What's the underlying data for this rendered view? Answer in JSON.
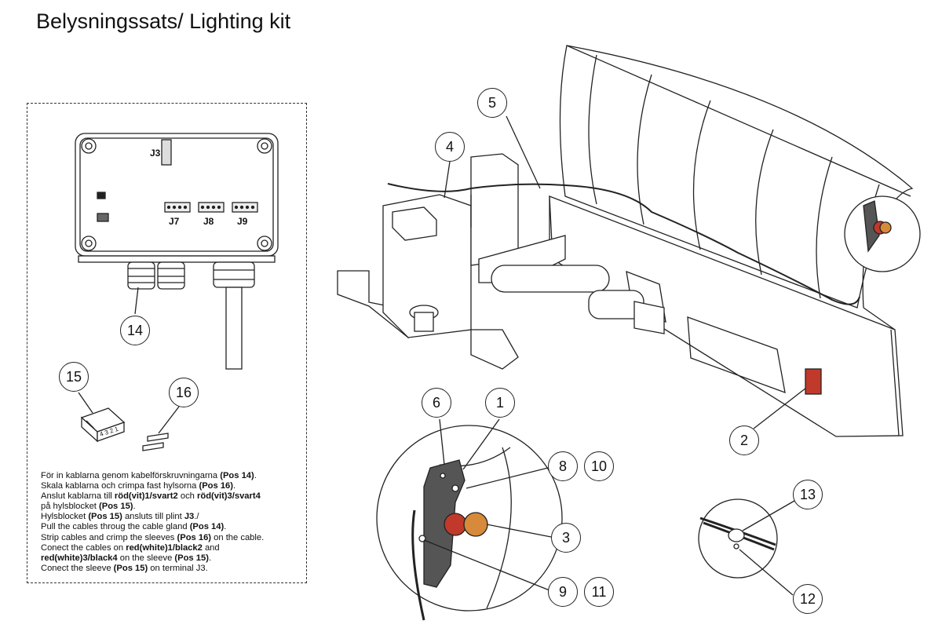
{
  "title": "Belysningssats/ Lighting kit",
  "junction_box": {
    "labels": [
      "J3",
      "J7",
      "J8",
      "J9"
    ]
  },
  "connector_marks": "4 3 2 1",
  "instructions": [
    [
      {
        "t": "För in kablarna genom kabelförskruvningarna "
      },
      {
        "t": "(Pos 14)",
        "b": true
      },
      {
        "t": "."
      }
    ],
    [
      {
        "t": "Skala kablarna och crimpa fast hylsorna "
      },
      {
        "t": "(Pos 16)",
        "b": true
      },
      {
        "t": "."
      }
    ],
    [
      {
        "t": "Anslut kablarna till "
      },
      {
        "t": "röd(vit)1/svart2",
        "b": true
      },
      {
        "t": " och "
      },
      {
        "t": "röd(vit)3/svart4",
        "b": true
      }
    ],
    [
      {
        "t": "på hylsblocket "
      },
      {
        "t": "(Pos 15)",
        "b": true
      },
      {
        "t": "."
      }
    ],
    [
      {
        "t": "Hylsblocket "
      },
      {
        "t": "(Pos 15)",
        "b": true
      },
      {
        "t": " ansluts till plint "
      },
      {
        "t": "J3",
        "b": true
      },
      {
        "t": "./"
      }
    ],
    [
      {
        "t": "Pull the cables throug the cable gland "
      },
      {
        "t": "(Pos 14)",
        "b": true
      },
      {
        "t": "."
      }
    ],
    [
      {
        "t": "Strip cables and crimp the sleeves "
      },
      {
        "t": "(Pos 16)",
        "b": true
      },
      {
        "t": " on the cable."
      }
    ],
    [
      {
        "t": "Conect the cables on "
      },
      {
        "t": "red(white)1/black2",
        "b": true
      },
      {
        "t": " and"
      }
    ],
    [
      {
        "t": "red(white)3/black4",
        "b": true
      },
      {
        "t": " on the sleeve "
      },
      {
        "t": "(Pos 15)",
        "b": true
      },
      {
        "t": "."
      }
    ],
    [
      {
        "t": "Conect the sleeve "
      },
      {
        "t": "(Pos 15)",
        "b": true
      },
      {
        "t": " on terminal J3."
      }
    ]
  ],
  "callouts": {
    "c1": "1",
    "c2": "2",
    "c3": "3",
    "c4": "4",
    "c5": "5",
    "c6": "6",
    "c8": "8",
    "c9": "9",
    "c10": "10",
    "c11": "11",
    "c12": "12",
    "c13": "13",
    "c14": "14",
    "c15": "15",
    "c16": "16"
  },
  "colors": {
    "lamp_red": "#c0392b",
    "lamp_amber": "#d68a3a",
    "line": "#222222"
  }
}
